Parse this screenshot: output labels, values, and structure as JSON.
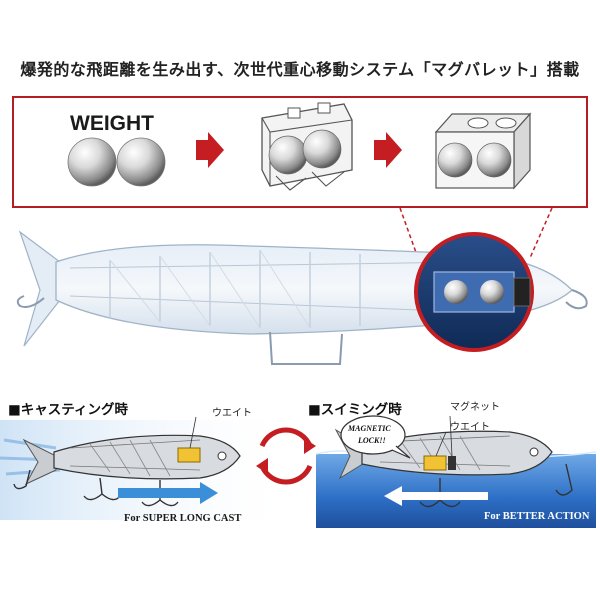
{
  "headline": "爆発的な飛距離を生み出す、次世代重心移動システム「マグバレット」搭載",
  "weight_label": "WEIGHT",
  "casting": {
    "title": "■キャスティング時",
    "weight_label": "ウエイト",
    "caption": "For SUPER LONG CAST"
  },
  "swimming": {
    "title": "■スイミング時",
    "magnet_label": "マグネット",
    "weight_label": "ウエイト",
    "bubble_line1": "MAGNETIC",
    "bubble_line2": "LOCK!!",
    "caption": "For BETTER ACTION"
  },
  "colors": {
    "accent_red": "#c41d22",
    "arrow_blue": "#3b8ed8",
    "water_blue": "#2d6fc6"
  }
}
